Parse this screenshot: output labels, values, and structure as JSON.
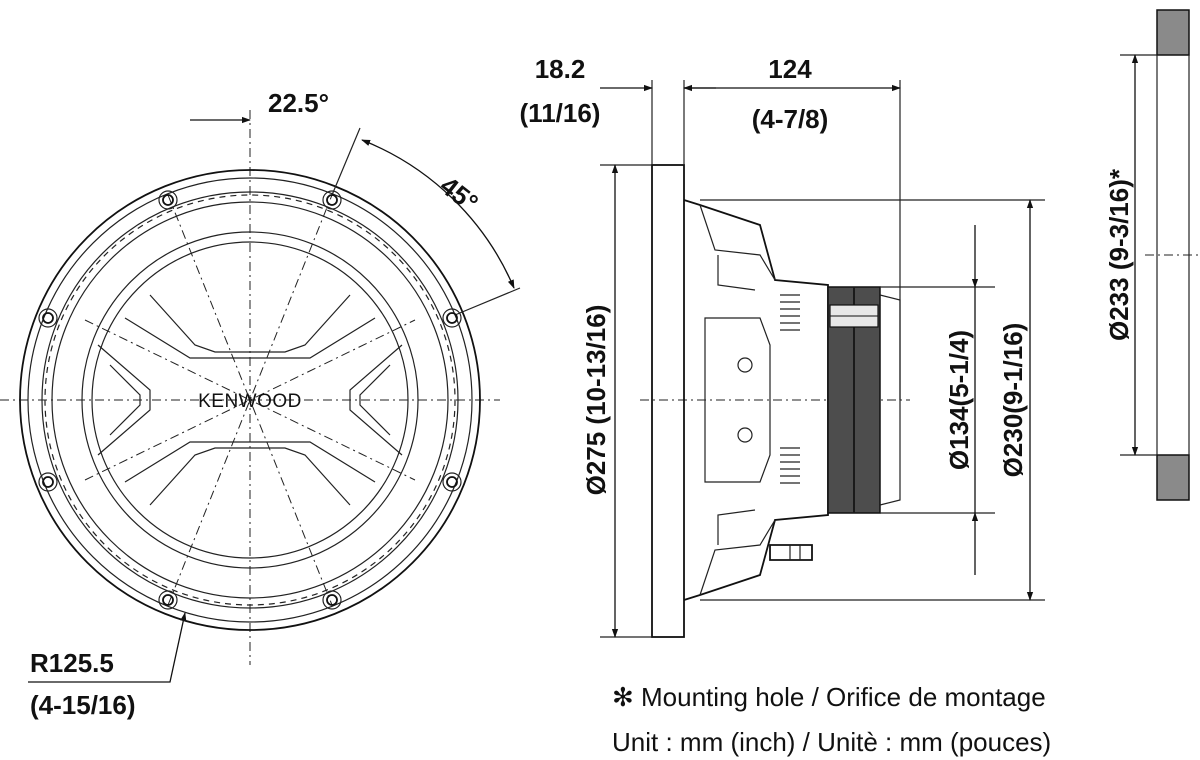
{
  "front_view": {
    "brand_label": "KENWOOD",
    "angle_small": "22.5°",
    "angle_large": "45°",
    "radius_mm": "R125.5",
    "radius_in": "(4-15/16)"
  },
  "side_view": {
    "flange_mm": "18.2",
    "flange_in": "(11/16)",
    "depth_mm": "124",
    "depth_in": "(4-7/8)",
    "outer_dia": "Ø275 (10-13/16)",
    "magnet_dia": "Ø134(5-1/4)",
    "frame_dia": "Ø230(9-1/16)"
  },
  "cutout_view": {
    "hole_dia": "Ø233 (9-3/16)*"
  },
  "notes": {
    "mounting": "✻ Mounting hole / Orifice de montage",
    "unit": "Unit : mm (inch) / Unitè : mm (pouces)"
  },
  "colors": {
    "line": "#111111",
    "magnet_fill": "#4d4d4d",
    "cutout_fill": "#8a8a8a"
  }
}
